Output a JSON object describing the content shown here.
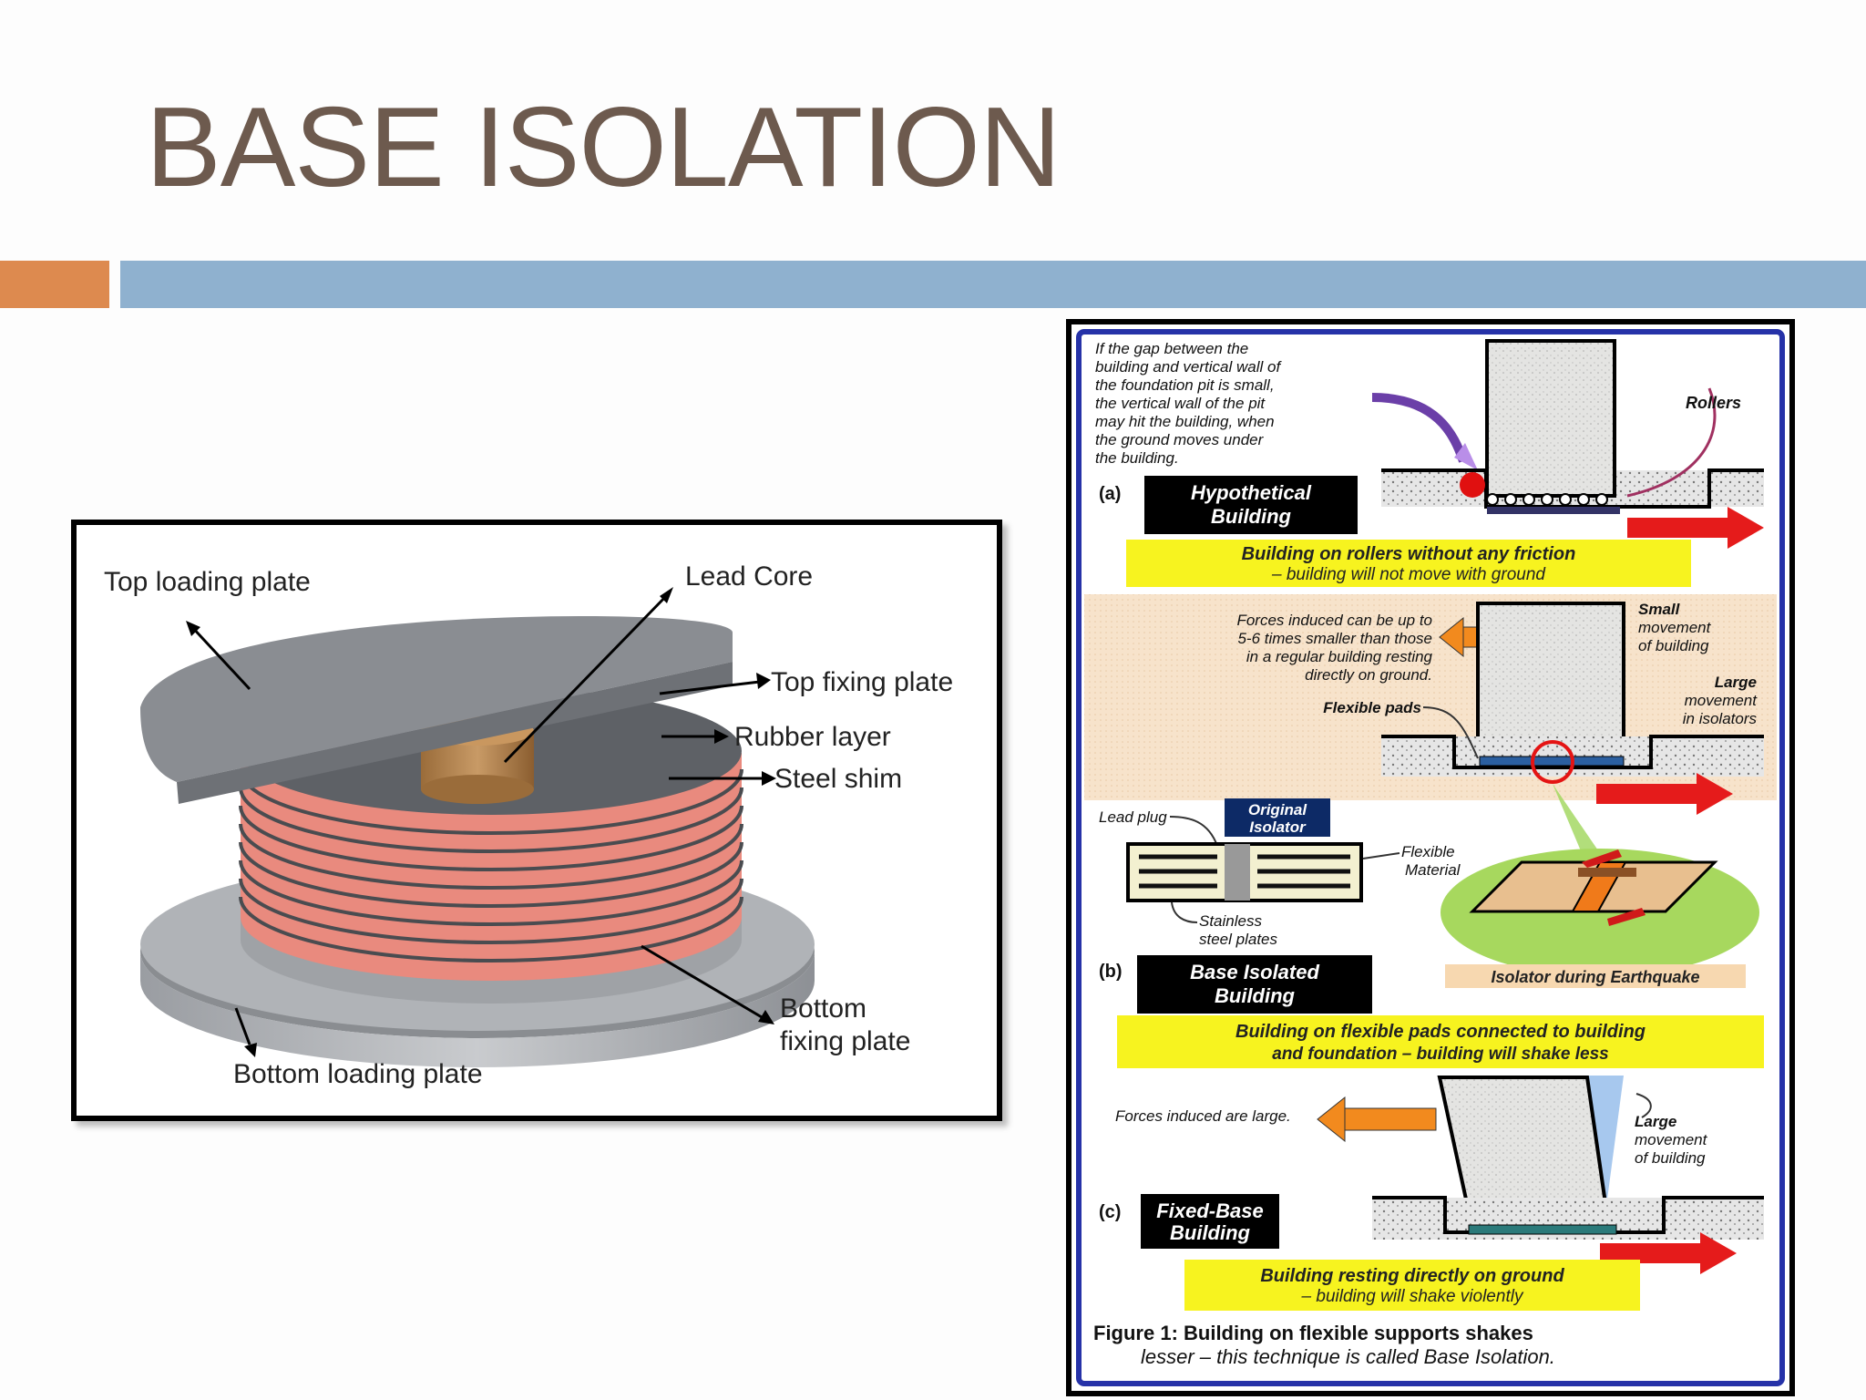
{
  "slide": {
    "title": "BASE ISOLATION"
  },
  "bearing": {
    "labels": {
      "top_loading_plate": "Top loading plate",
      "lead_core": "Lead Core",
      "top_fixing_plate": "Top fixing plate",
      "rubber_layer": "Rubber layer",
      "steel_shim": "Steel shim",
      "bottom_fixing_plate_1": "Bottom",
      "bottom_fixing_plate_2": "fixing plate",
      "bottom_loading_plate": "Bottom loading plate"
    }
  },
  "figure": {
    "a": {
      "note": [
        "If the gap between the",
        "building and vertical wall of",
        "the foundation pit is small,",
        "the vertical wall of the pit",
        "may hit the building, when",
        "the ground moves under",
        "the building."
      ],
      "tag": "(a)",
      "label": [
        "Hypothetical",
        "Building"
      ],
      "rollers": "Rollers",
      "caption": [
        "Building on rollers without any friction",
        "– building will not move with ground"
      ]
    },
    "b": {
      "forces": [
        "Forces induced can be up to",
        "5-6 times smaller than those",
        "in a regular building resting",
        "directly on ground."
      ],
      "small_movement": [
        "Small",
        "movement",
        "of building"
      ],
      "large_movement": [
        "Large",
        "movement",
        "in isolators"
      ],
      "flexible_pads": "Flexible pads",
      "lead_plug": "Lead plug",
      "original_isolator": [
        "Original",
        "Isolator"
      ],
      "flexible_material": [
        "Flexible",
        "Material"
      ],
      "stainless": [
        "Stainless",
        "steel plates"
      ],
      "tag": "(b)",
      "label": [
        "Base Isolated",
        "Building"
      ],
      "isolator_eq": "Isolator during Earthquake",
      "caption": [
        "Building on flexible pads connected to building",
        "and foundation – building will shake less"
      ]
    },
    "c": {
      "forces": "Forces induced are large.",
      "large_movement": [
        "Large",
        "movement",
        "of building"
      ],
      "tag": "(c)",
      "label": [
        "Fixed-Base",
        "Building"
      ],
      "caption": [
        "Building resting directly on ground",
        "– building will shake violently"
      ]
    },
    "footer": [
      "Figure 1: Building on flexible supports shakes",
      "lesser – this technique is called Base Isolation."
    ]
  }
}
